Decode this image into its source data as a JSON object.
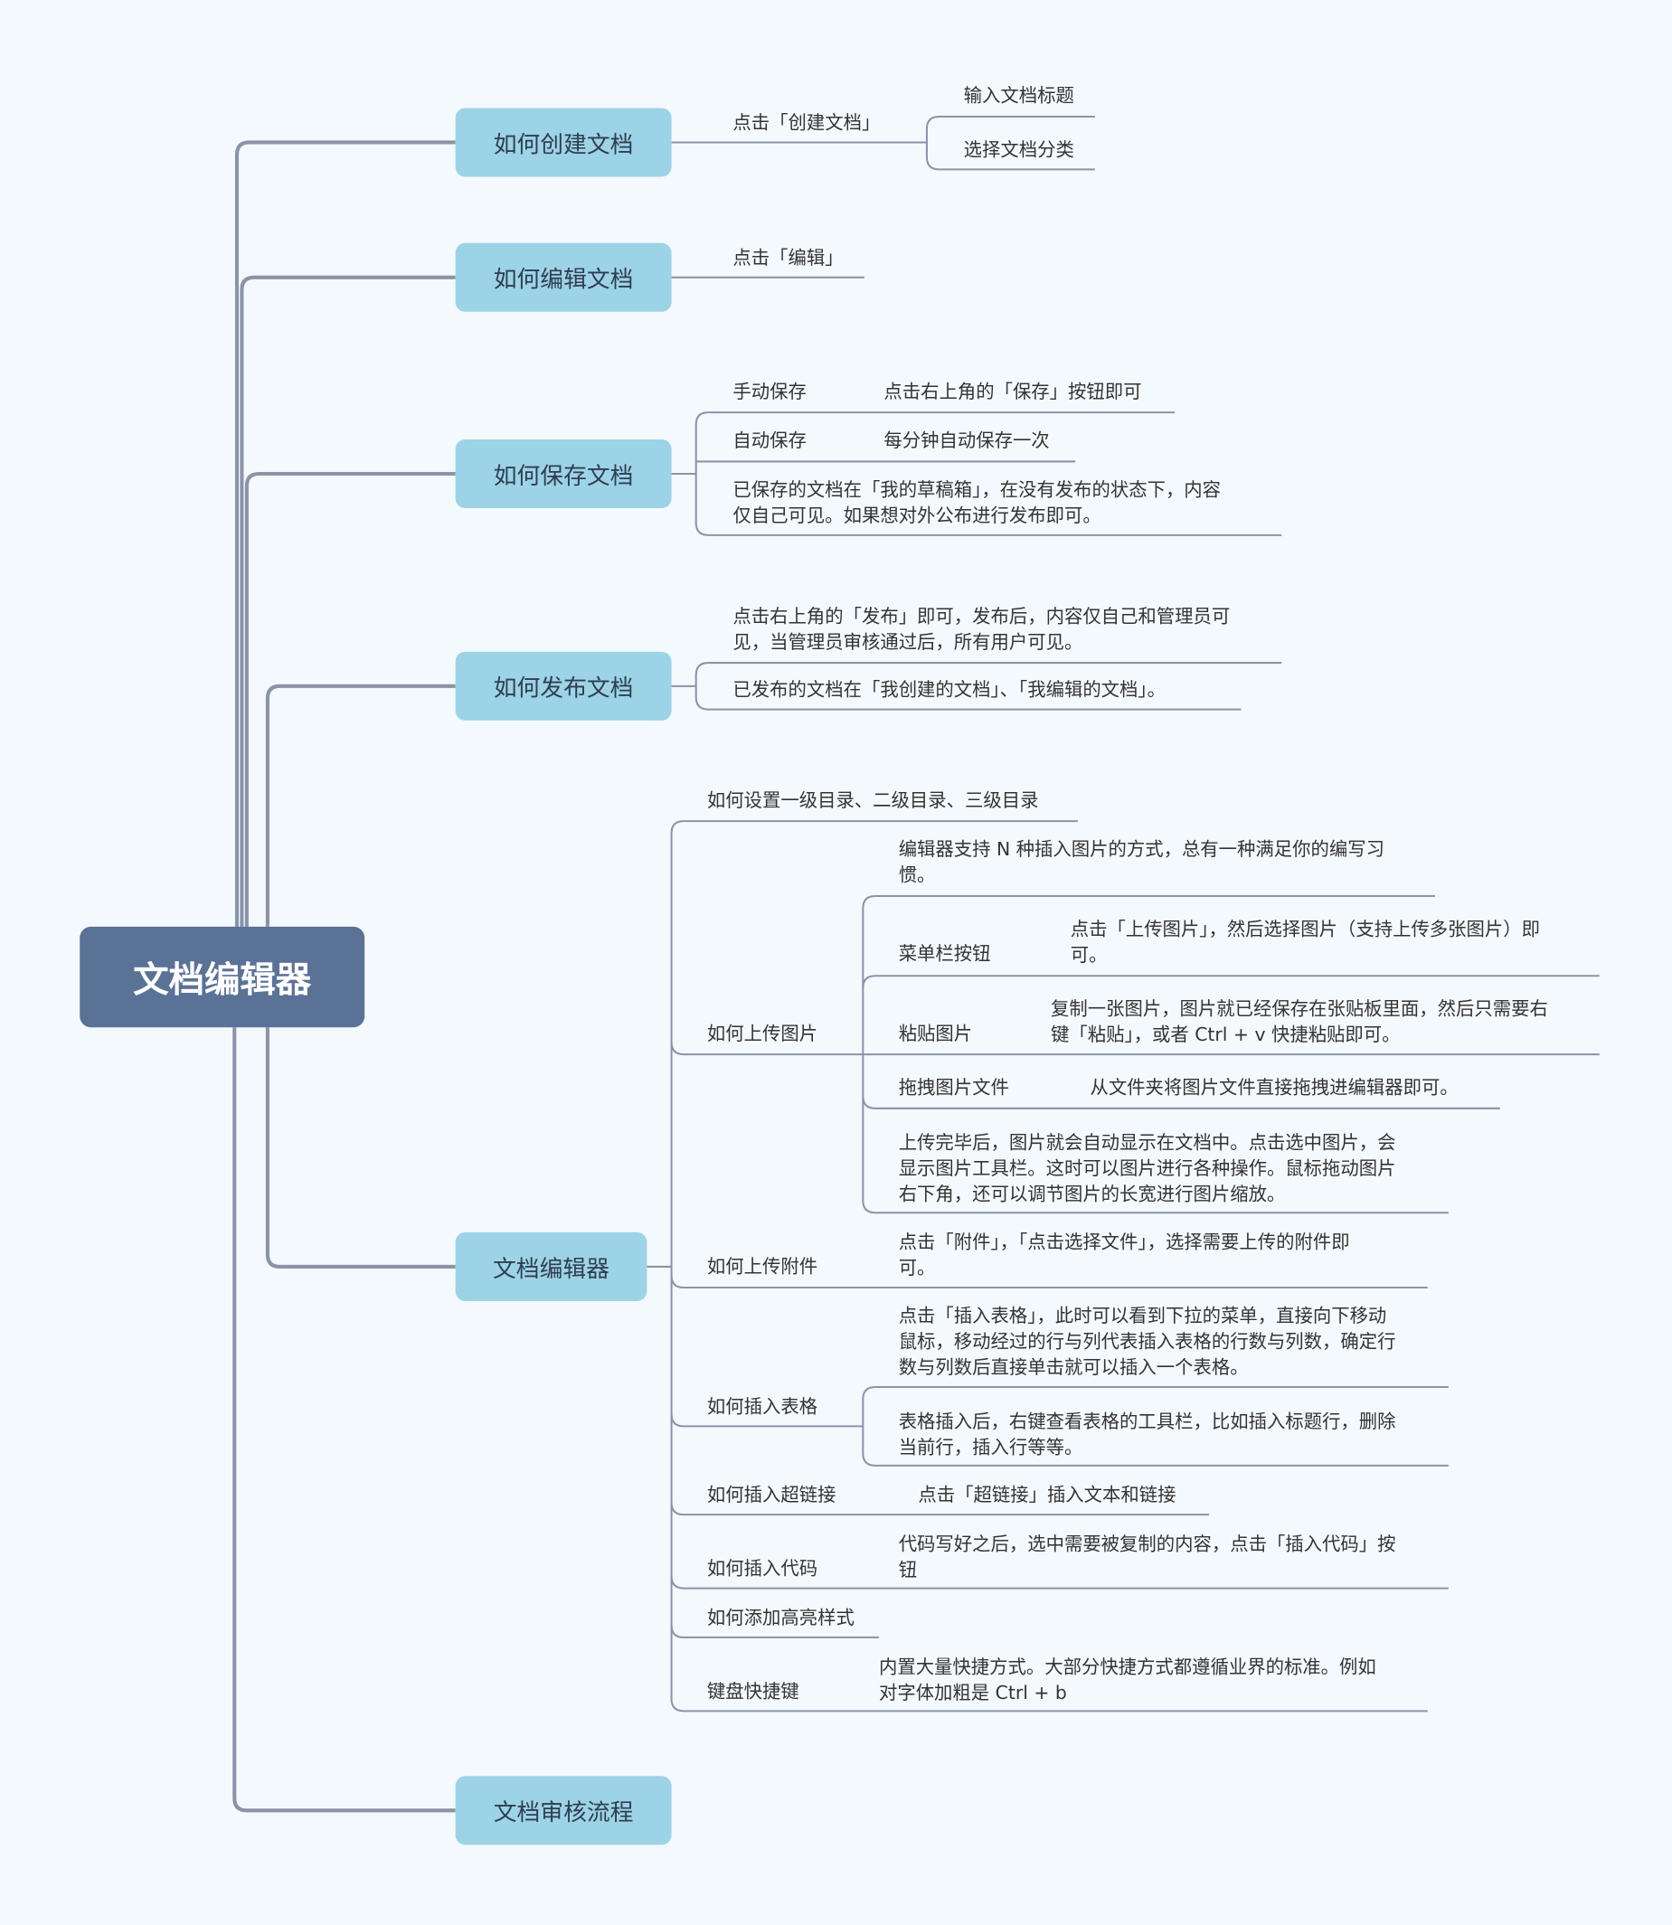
{
  "root": "文档编辑器",
  "colors": {
    "root": "#5b7297",
    "node": "#9dd3e7",
    "line": "#8b93a7",
    "background": "#f4f9fd"
  },
  "branches": [
    {
      "label": "如何创建文档",
      "items": [
        {
          "text": "点击「创建文档」",
          "children": [
            "输入文档标题",
            "选择文档分类"
          ]
        }
      ]
    },
    {
      "label": "如何编辑文档",
      "items": [
        {
          "text": "点击「编辑」"
        }
      ]
    },
    {
      "label": "如何保存文档",
      "items": [
        {
          "text": "手动保存",
          "detail": "点击右上角的「保存」按钮即可"
        },
        {
          "text": "自动保存",
          "detail": "每分钟自动保存一次"
        },
        {
          "text": "已保存的文档在「我的草稿箱」，在没有发布的状态下，内容\n仅自己可见。如果想对外公布进行发布即可。"
        }
      ]
    },
    {
      "label": "如何发布文档",
      "items": [
        {
          "text": "点击右上角的「发布」即可，发布后，内容仅自己和管理员可\n见，当管理员审核通过后，所有用户可见。"
        },
        {
          "text": "已发布的文档在「我创建的文档」、「我编辑的文档」。"
        }
      ]
    },
    {
      "label": "文档编辑器",
      "items": [
        {
          "text": "如何设置一级目录、二级目录、三级目录"
        },
        {
          "text": "如何上传图片",
          "children": [
            {
              "text": "编辑器支持 N 种插入图片的方式，总有一种满足你的编写习\n惯。"
            },
            {
              "text": "菜单栏按钮",
              "detail": "点击「上传图片」，然后选择图片（支持上传多张图片）即\n可。"
            },
            {
              "text": "粘贴图片",
              "detail": "复制一张图片，图片就已经保存在张贴板里面，然后只需要右\n键「粘贴」，或者 Ctrl + v 快捷粘贴即可。"
            },
            {
              "text": "拖拽图片文件",
              "detail": "从文件夹将图片文件直接拖拽进编辑器即可。"
            },
            {
              "text": "上传完毕后，图片就会自动显示在文档中。点击选中图片，会\n显示图片工具栏。这时可以图片进行各种操作。鼠标拖动图片\n右下角，还可以调节图片的长宽进行图片缩放。"
            }
          ]
        },
        {
          "text": "如何上传附件",
          "detail": "点击「附件」，「点击选择文件」，选择需要上传的附件即\n可。"
        },
        {
          "text": "如何插入表格",
          "children": [
            {
              "text": "点击「插入表格」，此时可以看到下拉的菜单，直接向下移动\n鼠标，移动经过的行与列代表插入表格的行数与列数，确定行\n数与列数后直接单击就可以插入一个表格。"
            },
            {
              "text": "表格插入后，右键查看表格的工具栏，比如插入标题行，删除\n当前行，插入行等等。"
            }
          ]
        },
        {
          "text": "如何插入超链接",
          "detail": "点击「超链接」插入文本和链接"
        },
        {
          "text": "如何插入代码",
          "detail": "代码写好之后，选中需要被复制的内容，点击「插入代码」按\n钮"
        },
        {
          "text": "如何添加高亮样式"
        },
        {
          "text": "键盘快捷键",
          "detail": "内置大量快捷方式。大部分快捷方式都遵循业界的标准。例如\n对字体加粗是 Ctrl + b"
        }
      ]
    },
    {
      "label": "文档审核流程",
      "items": []
    }
  ]
}
